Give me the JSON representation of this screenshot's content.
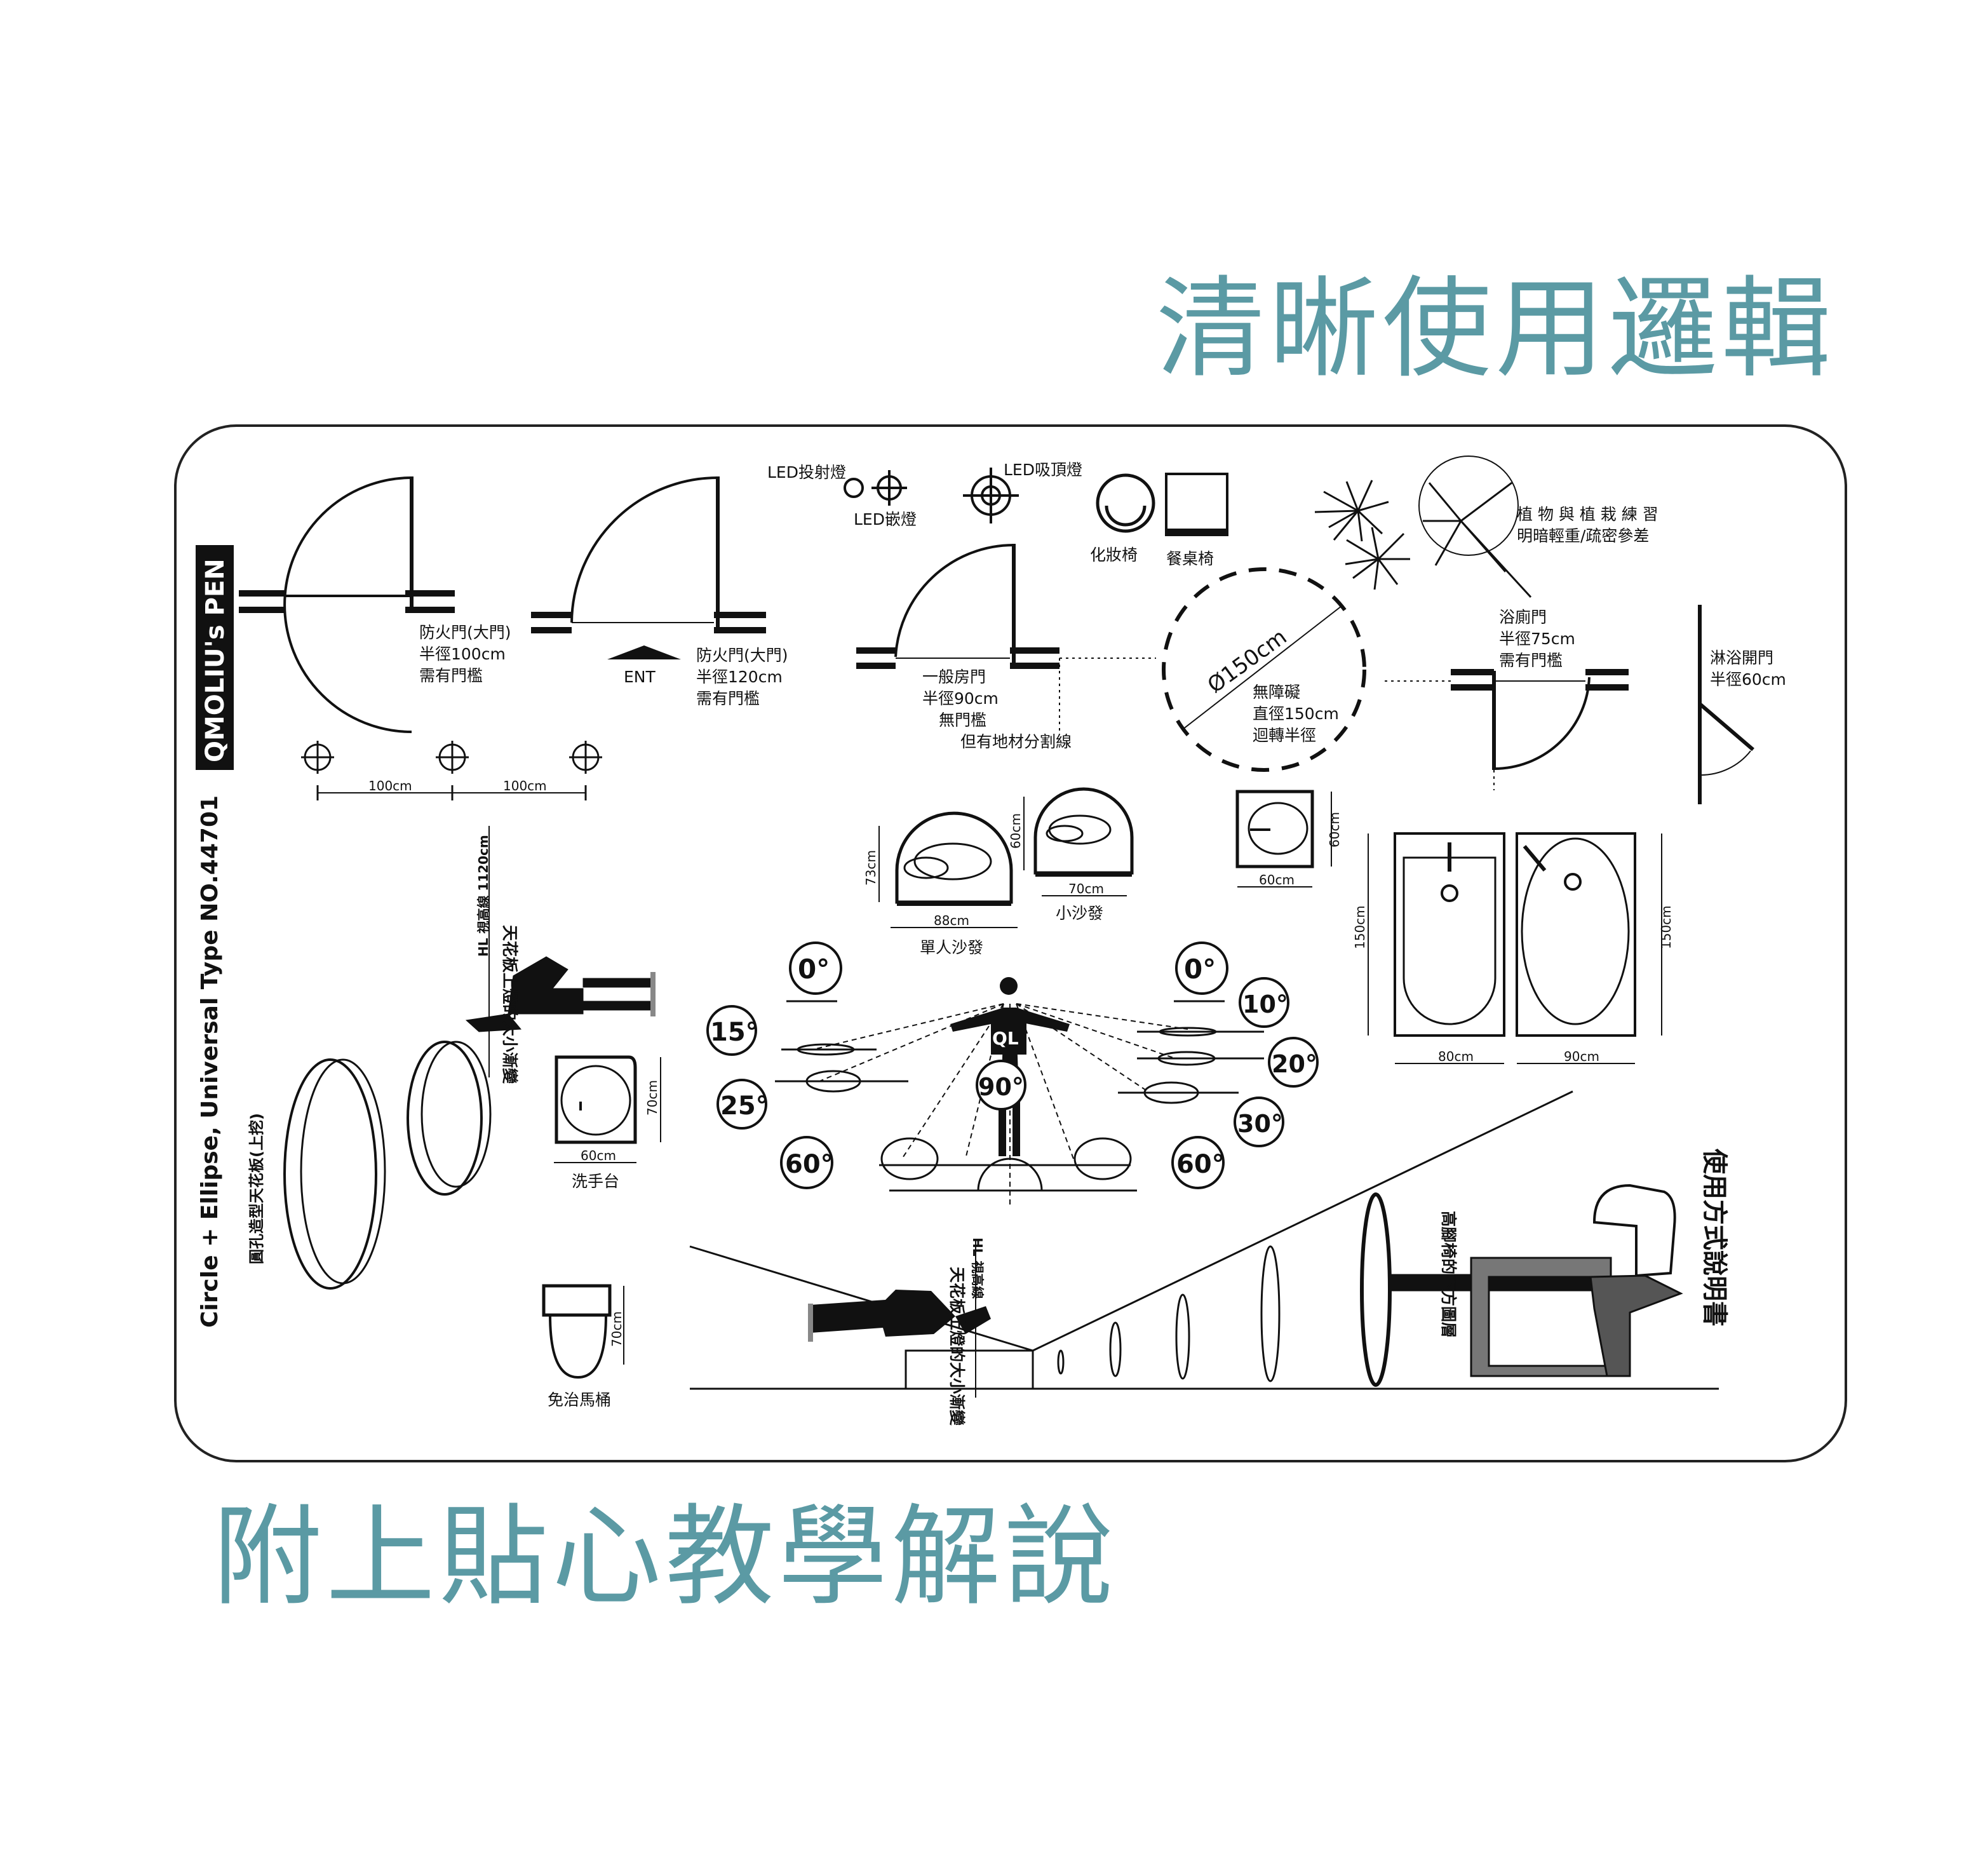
{
  "headline_top": "清晰使用邏輯",
  "headline_bottom": "附上貼心教學解說",
  "template": {
    "brand": "QMOLIU's PEN",
    "product_line": "Circle + Ellipse, Universal Type  NO.44701",
    "ceiling_note": "圓孔造型天花板(上挖)",
    "manual_title": "使用方式說明書",
    "lights": {
      "spot": "LED投射燈",
      "recessed": "LED嵌燈",
      "ceiling": "LED吸頂燈"
    },
    "chairs": {
      "vanity": "化妝椅",
      "dining": "餐桌椅"
    },
    "plants": {
      "line1": "植 物 與 植 栽 練 習",
      "line2": "明暗輕重/疏密參差"
    },
    "fire_door_1": [
      "防火門(大門)",
      "半徑100cm",
      "需有門檻"
    ],
    "fire_door_2": [
      "防火門(大門)",
      "半徑120cm",
      "需有門檻"
    ],
    "ent": "ENT",
    "room_door": [
      "一般房門",
      "半徑90cm",
      "無門檻",
      "但有地材分割線"
    ],
    "circle_150": {
      "diameter": "Ø150cm",
      "lines": [
        "無障礙",
        "直徑150cm",
        "迴轉半徑"
      ]
    },
    "bath_door": [
      "浴廁門",
      "半徑75cm",
      "需有門檻"
    ],
    "shower_door": [
      "淋浴開門",
      "半徑60cm"
    ],
    "spacing": [
      "100cm",
      "100cm"
    ],
    "armchair": {
      "w": "88cm",
      "h": "73cm",
      "label": "單人沙發"
    },
    "small_sofa": {
      "w": "70cm",
      "h": "60cm",
      "label": "小沙發"
    },
    "sink_square": {
      "w": "60cm",
      "h": "60cm"
    },
    "tub_1": {
      "w": "80cm",
      "h": "150cm"
    },
    "tub_2": {
      "w": "90cm",
      "h": "150cm"
    },
    "sink": {
      "w": "60cm",
      "h": "70cm",
      "label": "洗手台"
    },
    "toilet": {
      "h": "70cm",
      "label": "免治馬桶"
    },
    "eye_level": "HL 視高線 1120cm",
    "eye_level_2": "HL 視高線",
    "ceiling_light_change": "天花板上燈的大小漸變",
    "chair_note": "高腳椅的下方圖層",
    "person": "QL",
    "angles": {
      "left": [
        "0°",
        "15°",
        "25°",
        "60°"
      ],
      "right": [
        "0°",
        "10°",
        "20°",
        "30°",
        "60°"
      ],
      "center": "90°"
    },
    "colors": {
      "accent": "#5b9aa4",
      "ink": "#111111",
      "card_border": "#222222"
    }
  }
}
